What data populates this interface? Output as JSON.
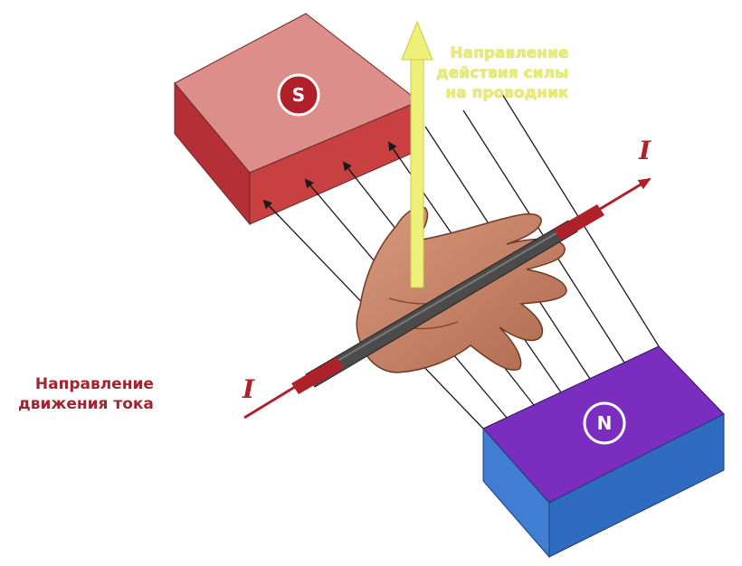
{
  "magnet_top": {
    "label": "S",
    "top_color": "#de8e8a",
    "front_color": "#c94040",
    "side_color": "#b52f36"
  },
  "magnet_bottom": {
    "label": "N",
    "top_color": "#7a2dbf",
    "front_color": "#3f7ed2",
    "side_color": "#2f6cc0"
  },
  "current": {
    "symbol": "I",
    "color": "#b0202a"
  },
  "force_arrow": {
    "color": "#eef07a"
  },
  "field_lines": {
    "color": "#1a1a1a"
  },
  "force_caption": {
    "line1": "Направление",
    "line2": "действия силы",
    "line3": "на проводник"
  },
  "current_caption": {
    "line1": "Направление",
    "line2": "движения тока"
  }
}
